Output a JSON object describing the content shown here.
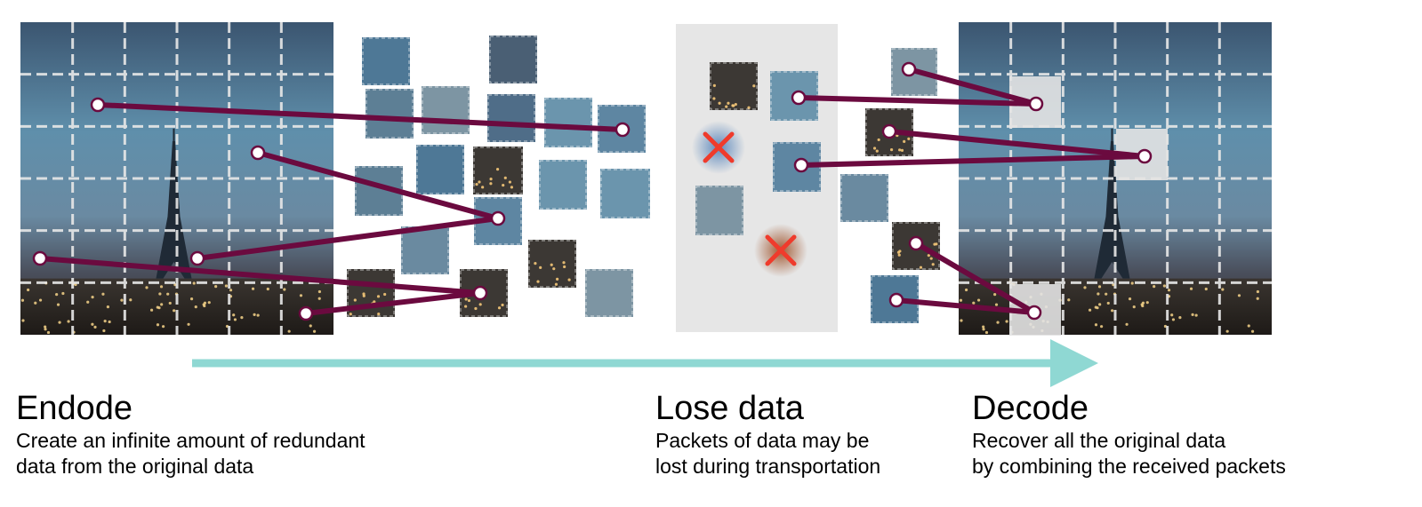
{
  "steps": [
    {
      "title": "Endode",
      "description_lines": [
        "Create an infinite amount of redundant",
        "data from the original data"
      ]
    },
    {
      "title": "Lose data",
      "description_lines": [
        "Packets of data may be",
        "lost during transportation"
      ]
    },
    {
      "title": "Decode",
      "description_lines": [
        "Recover all the original data",
        "by combining the received packets"
      ]
    }
  ],
  "colors": {
    "connector": "#6b0a3f",
    "arrow": "#8fd8d3",
    "lost_mark": "#ef3b2c",
    "loss_zone": "#e6e6e6",
    "grid_line": "#e8e8e8",
    "recovered_cell": "#e3e3e3"
  },
  "lost_mark_icon": "red-x-icon"
}
